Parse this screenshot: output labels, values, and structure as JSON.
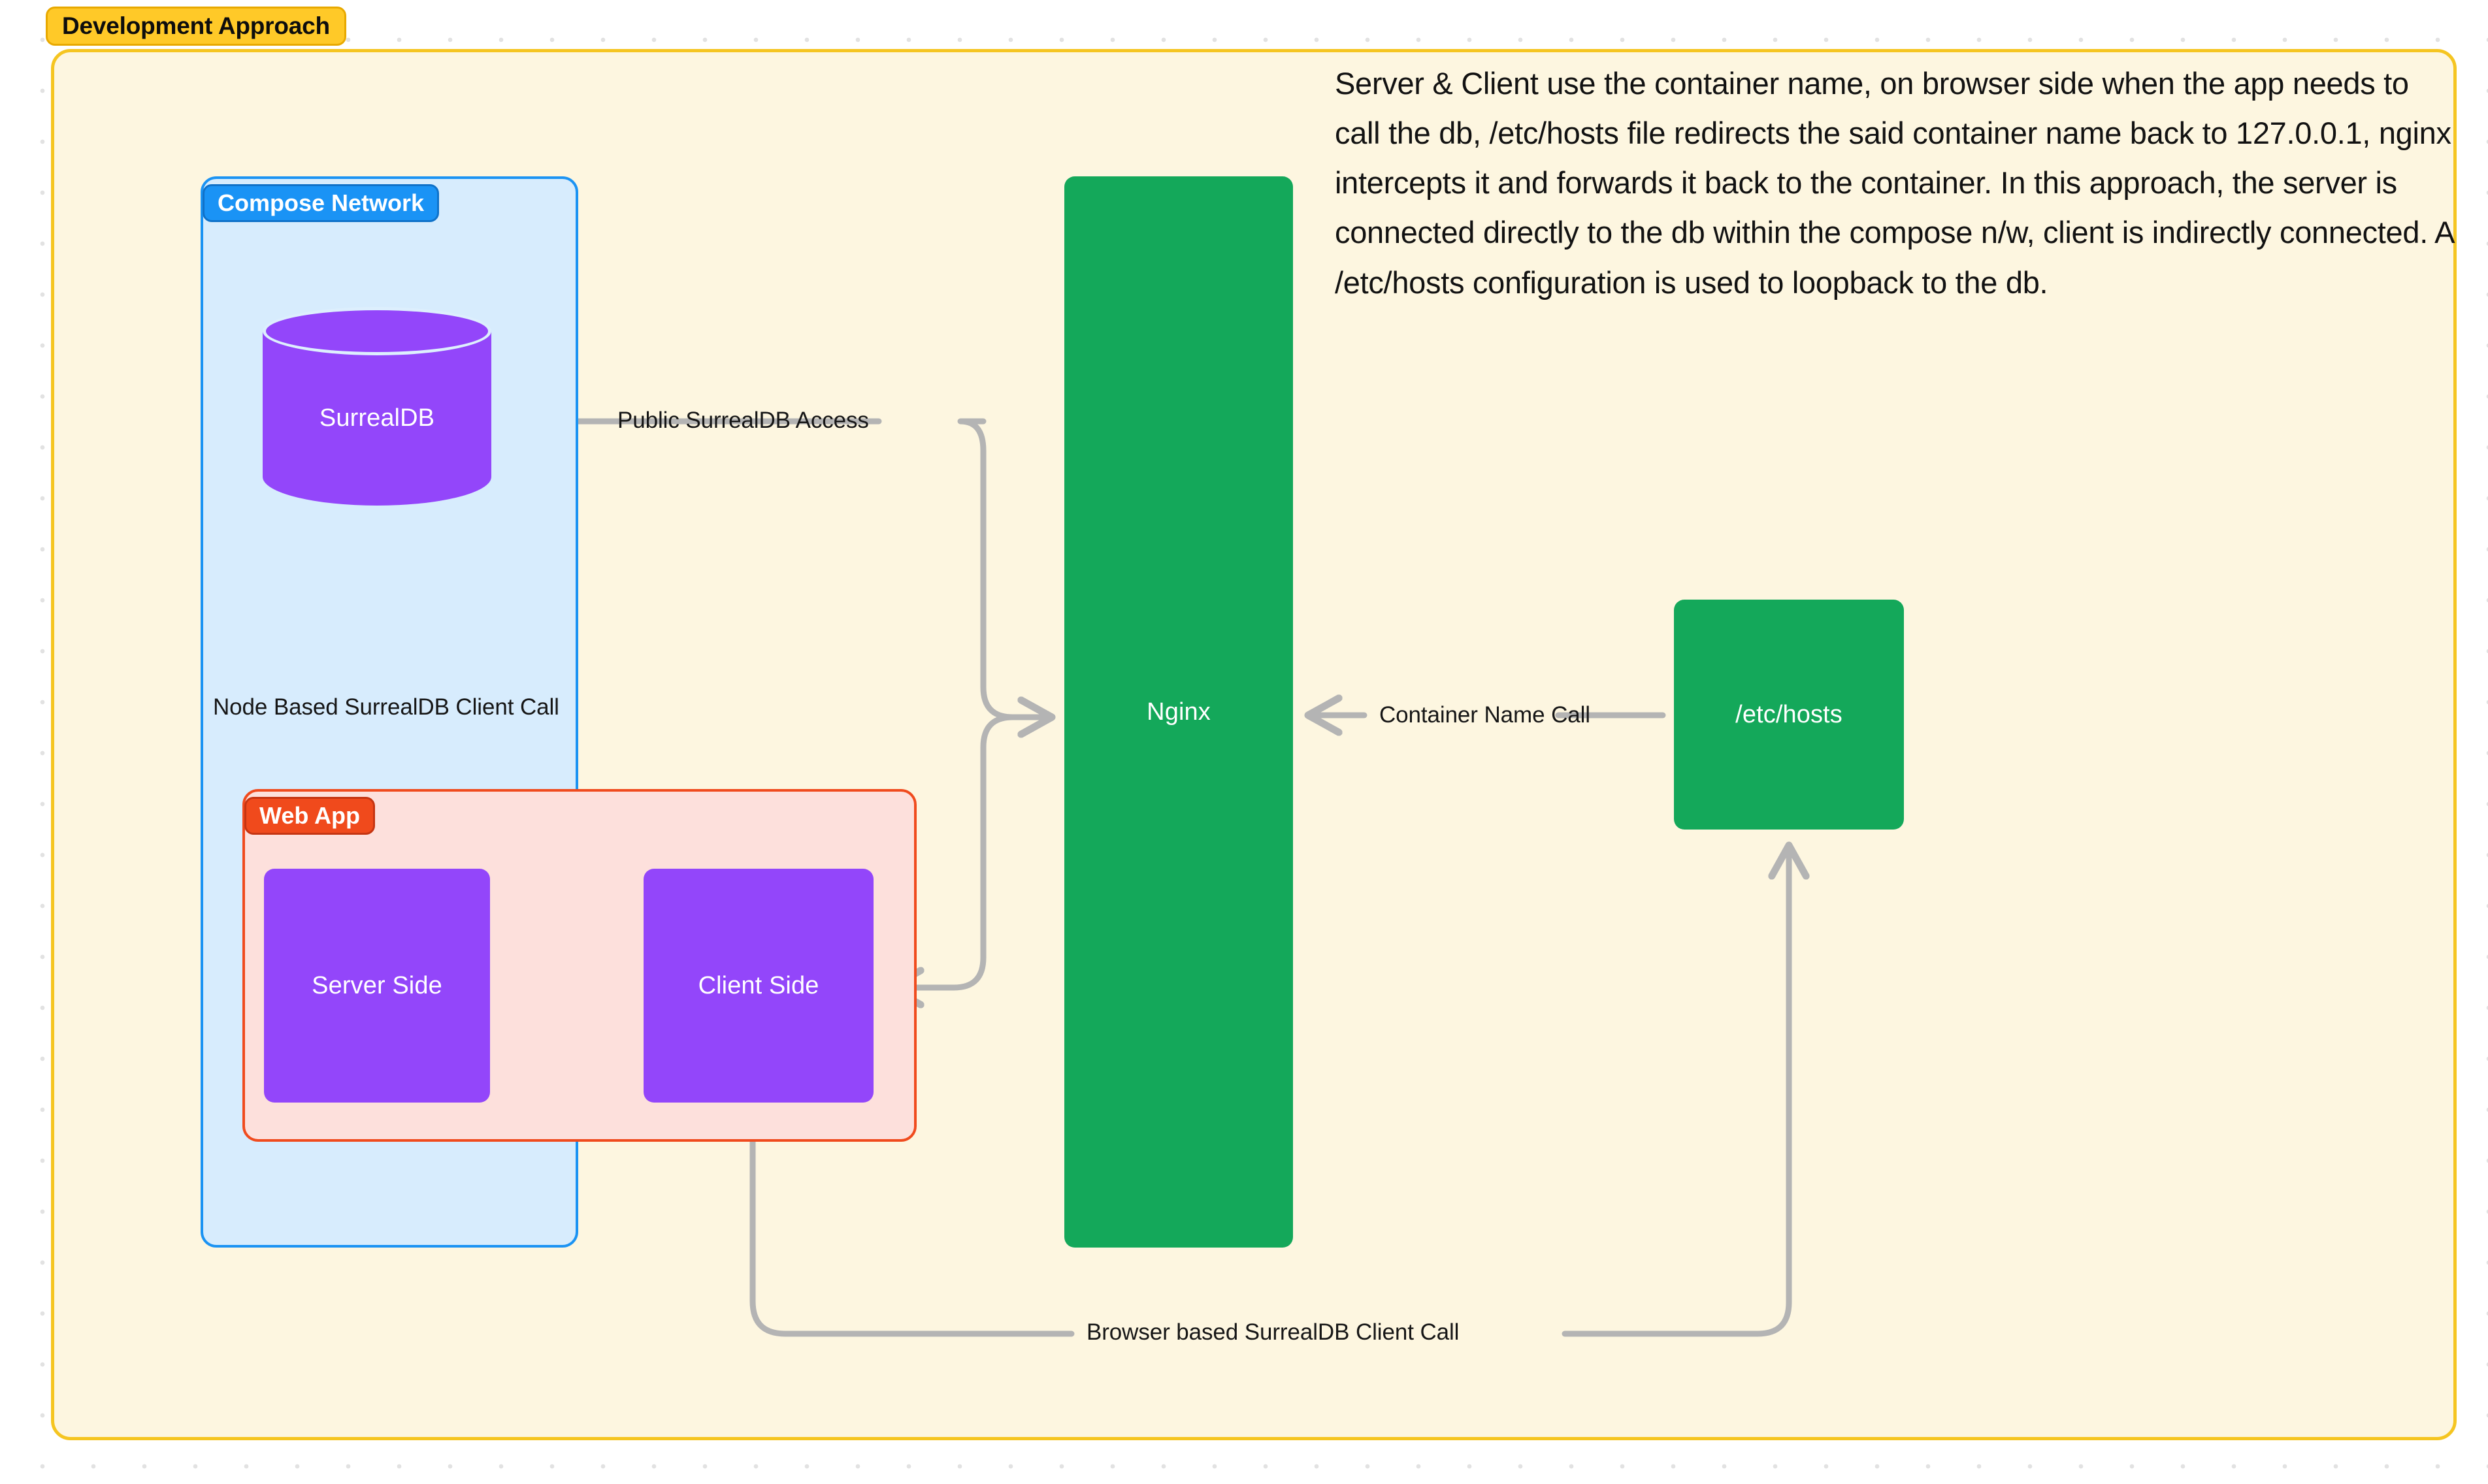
{
  "title": {
    "badge_label": "Development Approach"
  },
  "description": {
    "text": "Server & Client use the container name, on browser side when the app needs to call the db, /etc/hosts file redirects the said container name back to 127.0.0.1, nginx intercepts it and forwards it back to the container. In this approach, the server is connected directly to the db within the compose n/w, client is indirectly connected. A /etc/hosts configuration is used to loopback to the db."
  },
  "groups": [
    {
      "id": "compose-network",
      "label": "Compose Network",
      "fill": "#d7ecfd",
      "border": "#1b93f3",
      "badge_fill": "#1a93f5"
    },
    {
      "id": "web-app",
      "label": "Web App",
      "fill": "#fde0dc",
      "border": "#f04b1e",
      "badge_fill": "#f04a1c"
    }
  ],
  "nodes": [
    {
      "id": "surrealdb",
      "label": "SurrealDB",
      "shape": "cylinder",
      "fill": "#9346fa"
    },
    {
      "id": "server-side",
      "label": "Server Side",
      "shape": "rect",
      "fill": "#9346fa"
    },
    {
      "id": "client-side",
      "label": "Client Side",
      "shape": "rect",
      "fill": "#9346fa"
    },
    {
      "id": "nginx",
      "label": "Nginx",
      "shape": "rect",
      "fill": "#14a85a"
    },
    {
      "id": "etc-hosts",
      "label": "/etc/hosts",
      "shape": "rect",
      "fill": "#14a85a"
    }
  ],
  "edges": [
    {
      "id": "public-surrealdb-access",
      "label": "Public SurrealDB Access",
      "from": "nginx",
      "to": "surrealdb",
      "direction": "one-way"
    },
    {
      "id": "node-based-client-call",
      "label": "Node Based SurrealDB Client Call",
      "from": "server-side",
      "to": "surrealdb",
      "direction": "two-way"
    },
    {
      "id": "server-client-link",
      "label": "",
      "from": "server-side",
      "to": "client-side",
      "direction": "two-way"
    },
    {
      "id": "client-to-nginx",
      "label": "",
      "from": "client-side",
      "to": "nginx",
      "direction": "two-way"
    },
    {
      "id": "container-name-call",
      "label": "Container Name Call",
      "from": "etc-hosts",
      "to": "nginx",
      "direction": "one-way"
    },
    {
      "id": "browser-based-client-call",
      "label": "Browser based SurrealDB Client Call",
      "from": "client-side",
      "to": "etc-hosts",
      "direction": "one-way"
    }
  ],
  "colors": {
    "canvas": "#ffffff",
    "frame_fill": "#fdf6e0",
    "frame_border": "#f5c521",
    "title_badge": "#ffc928",
    "purple": "#9346fa",
    "green": "#14a85a",
    "blue": "#1a93f5",
    "red": "#f04a1c",
    "connector": "#b4b4b4"
  }
}
